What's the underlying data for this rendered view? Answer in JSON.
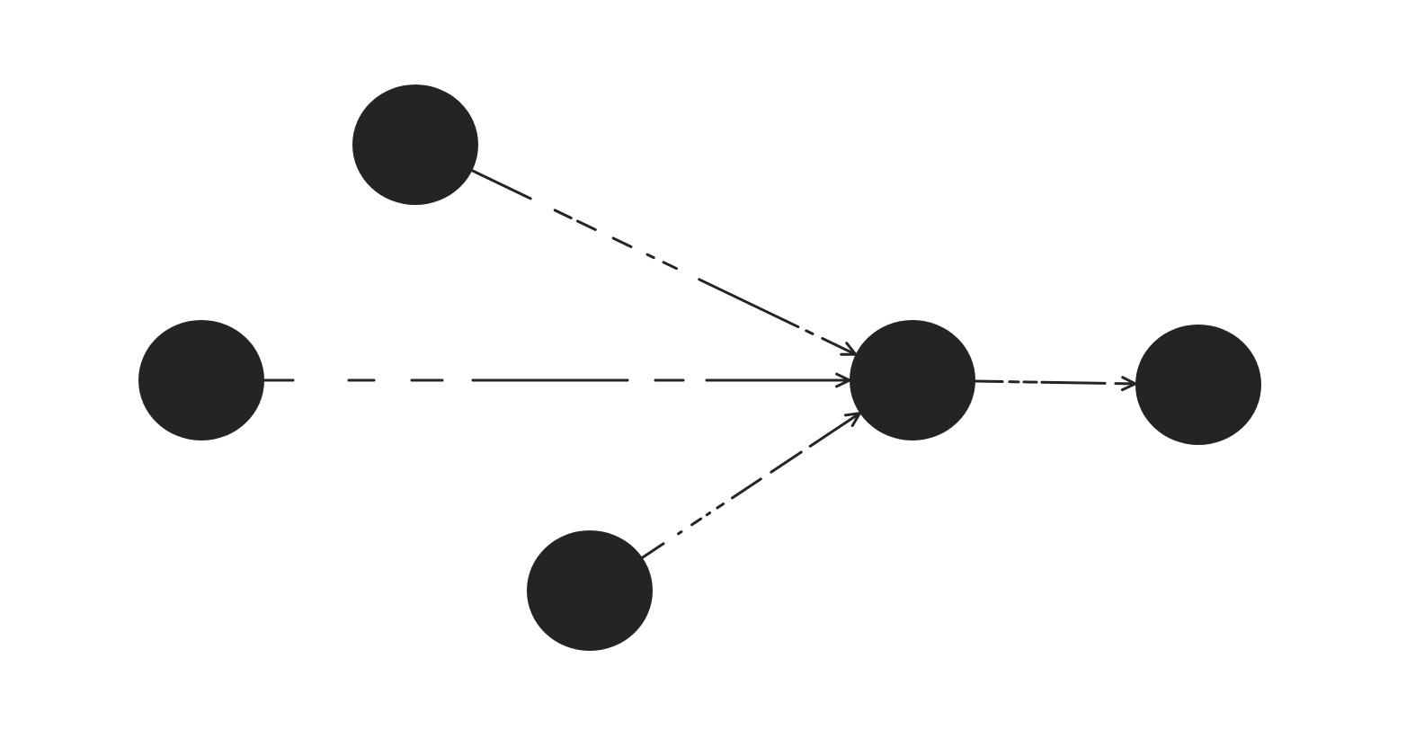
{
  "colors": {
    "background": "#ffffff",
    "node_fill": "#242424",
    "edge_stroke": "#242424"
  },
  "nodes": [
    {
      "id": "top"
    },
    {
      "id": "left"
    },
    {
      "id": "bottom"
    },
    {
      "id": "center"
    },
    {
      "id": "right"
    }
  ],
  "edges": [
    {
      "from": "top",
      "to": "center",
      "style": "dash-dot",
      "arrow": "end"
    },
    {
      "from": "left",
      "to": "center",
      "style": "dashed",
      "arrow": "end"
    },
    {
      "from": "bottom",
      "to": "center",
      "style": "dash-dot",
      "arrow": "end"
    },
    {
      "from": "center",
      "to": "right",
      "style": "dash-dot",
      "arrow": "end"
    }
  ]
}
